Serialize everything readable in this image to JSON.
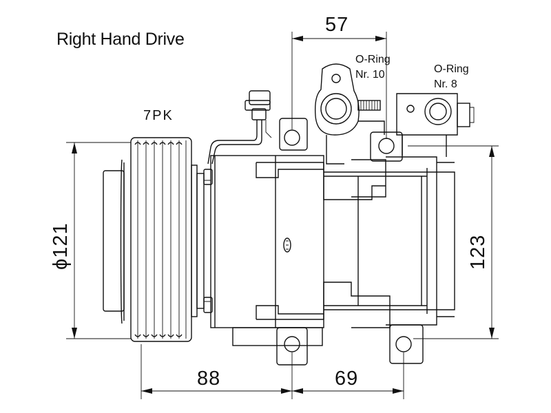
{
  "title": "Right Hand Drive",
  "belt_label": "7PK",
  "oring_a": {
    "line1": "O-Ring",
    "line2": "Nr. 10"
  },
  "oring_b": {
    "line1": "O-Ring",
    "line2": "Nr. 8"
  },
  "dimensions": {
    "top_offset": "57",
    "pulley_diameter": "ϕ121",
    "height": "123",
    "bottom_left": "88",
    "bottom_right": "69"
  }
}
